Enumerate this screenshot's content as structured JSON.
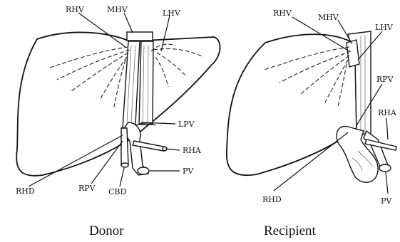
{
  "figure": {
    "donor": {
      "caption": "Donor",
      "labels": {
        "rhv": "RHV",
        "mhv": "MHV",
        "lhv": "LHV",
        "lpv": "LPV",
        "rha": "RHA",
        "pv": "PV",
        "rhd": "RHD",
        "rpv": "RPV",
        "cbd": "CBD"
      }
    },
    "recipient": {
      "caption": "Recipient",
      "labels": {
        "rhv": "RHV",
        "mhv": "MHV",
        "lhv": "LHV",
        "rpv": "RPV",
        "rha": "RHA",
        "rhd": "RHD",
        "pv": "PV"
      }
    }
  }
}
